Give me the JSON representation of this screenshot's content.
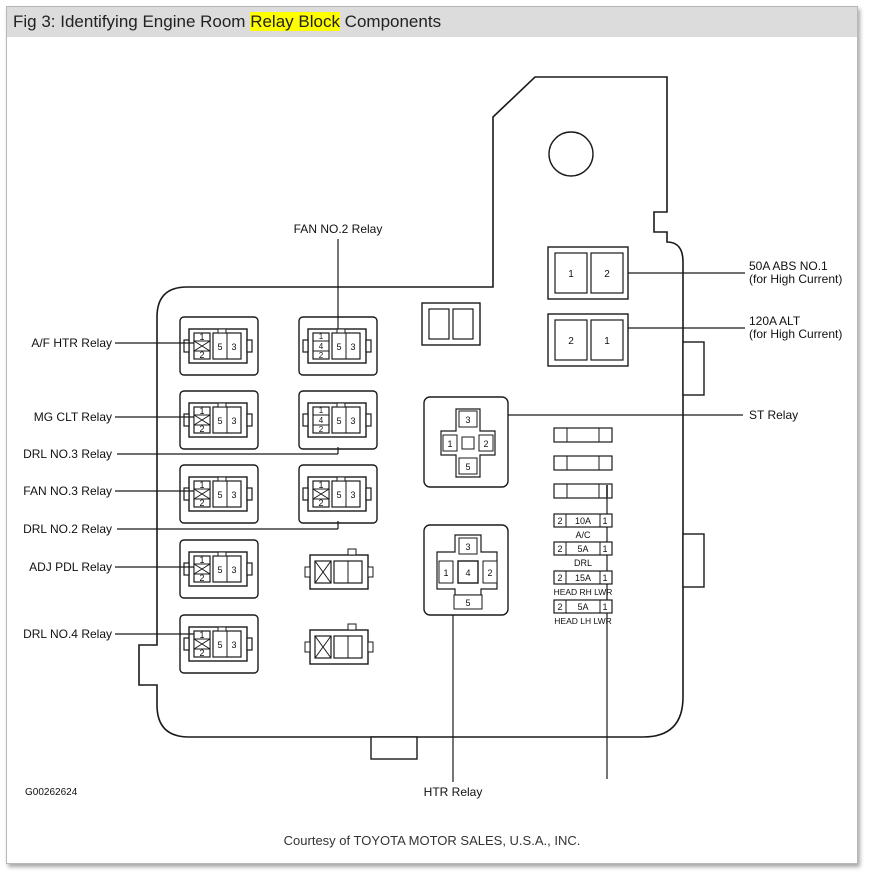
{
  "title": {
    "prefix": "Fig 3: Identifying Engine Room ",
    "highlight": "Relay Block",
    "suffix": " Components"
  },
  "credit": "Courtesy of TOYOTA MOTOR SALES, U.S.A., INC.",
  "figure_id": "G00262624",
  "colors": {
    "highlight": "#ffff00",
    "titlebar": "#dcdcdc",
    "line": "#1a1a1a"
  },
  "labels": {
    "fan_no2": "FAN NO.2 Relay",
    "af_htr": "A/F HTR Relay",
    "mg_clt": "MG CLT Relay",
    "drl_no3": "DRL NO.3 Relay",
    "fan_no3": "FAN NO.3 Relay",
    "drl_no2": "DRL NO.2 Relay",
    "adj_pdl": "ADJ PDL Relay",
    "drl_no4": "DRL NO.4 Relay",
    "abs_fuse_line1": "50A ABS NO.1",
    "abs_fuse_line2": "(for High Current)",
    "alt_fuse_line1": "120A ALT",
    "alt_fuse_line2": "(for High Current)",
    "st_relay": "ST Relay",
    "htr_relay": "HTR Relay"
  },
  "pins": {
    "p1": "1",
    "p2": "2",
    "p3": "3",
    "p4": "4",
    "p5": "5"
  },
  "mini_fuses": [
    {
      "left": "2",
      "rating": "10A",
      "right": "1",
      "name": "A/C"
    },
    {
      "left": "2",
      "rating": "5A",
      "right": "1",
      "name": "DRL"
    },
    {
      "left": "2",
      "rating": "15A",
      "right": "1",
      "name": "HEAD RH LWR"
    },
    {
      "left": "2",
      "rating": "5A",
      "right": "1",
      "name": "HEAD LH LWR"
    }
  ]
}
